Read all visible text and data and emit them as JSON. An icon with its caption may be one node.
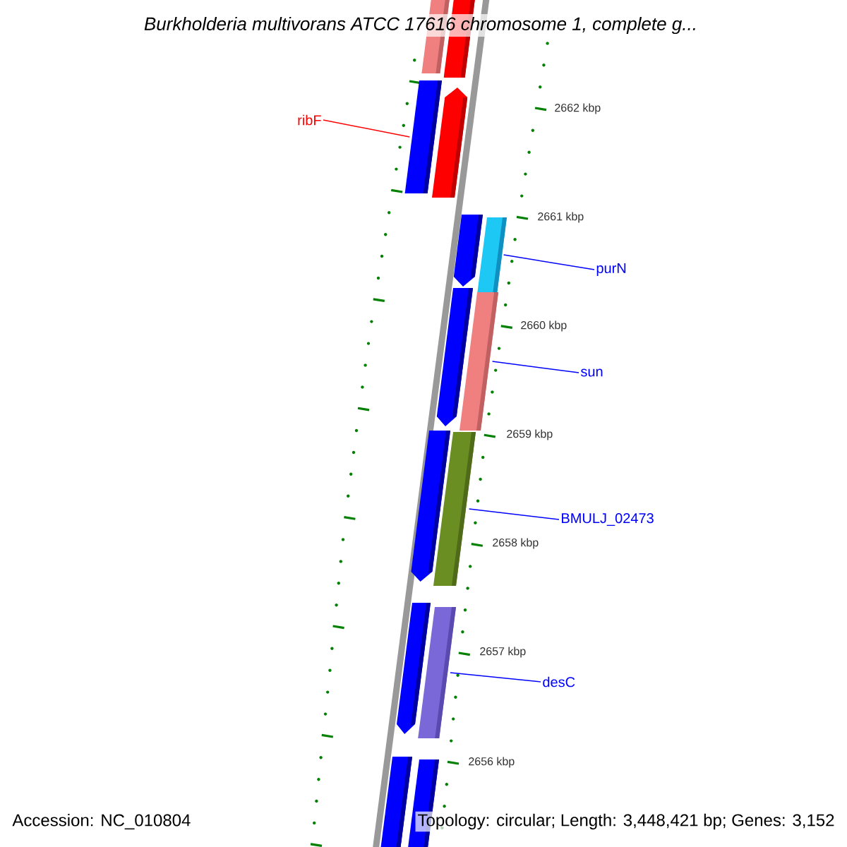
{
  "diagram": {
    "title": "Burkholderia multivorans ATCC 17616 chromosome 1, complete g...",
    "nodes": [
      {
        "text": [],
        "shape": "bar"
      },
      {
        "text": [],
        "shape": "bar"
      },
      {
        "text": [
          "ribF"
        ]
      },
      {
        "text": [],
        "shape": "bar"
      },
      {
        "text": [],
        "shape": "arrow"
      },
      {
        "text": [],
        "shape": "arrow"
      },
      {
        "text": [],
        "shape": "bar"
      },
      {
        "text": [
          "purN"
        ]
      },
      {
        "text": [],
        "shape": "arrow"
      },
      {
        "text": [],
        "shape": "bar"
      },
      {
        "text": [
          "sun"
        ]
      },
      {
        "text": [],
        "shape": "arrow"
      },
      {
        "text": [],
        "shape": "bar"
      },
      {
        "text": [
          "BMULJ_02473"
        ]
      },
      {
        "text": [],
        "shape": "arrow"
      },
      {
        "text": [],
        "shape": "bar"
      },
      {
        "text": [
          "desC"
        ]
      },
      {
        "text": [],
        "shape": "bar"
      },
      {
        "text": [],
        "shape": "bar"
      }
    ],
    "edges": [
      {
        "from": 2,
        "to": 3,
        "arrow": "none",
        "color": "#ff0000"
      },
      {
        "from": 7,
        "to": 6,
        "arrow": "none"
      },
      {
        "from": 10,
        "to": 9,
        "arrow": "none"
      },
      {
        "from": 13,
        "to": 12,
        "arrow": "none"
      },
      {
        "from": 16,
        "to": 15,
        "arrow": "none"
      }
    ],
    "labels": [
      "2662 kbp",
      "2661 kbp",
      "2660 kbp",
      "2659 kbp",
      "2658 kbp",
      "2657 kbp",
      "2656 kbp",
      "Accession: NC_010804",
      "Topology: circular; Length: 3,448,421 bp; Genes: 3,152"
    ]
  }
}
